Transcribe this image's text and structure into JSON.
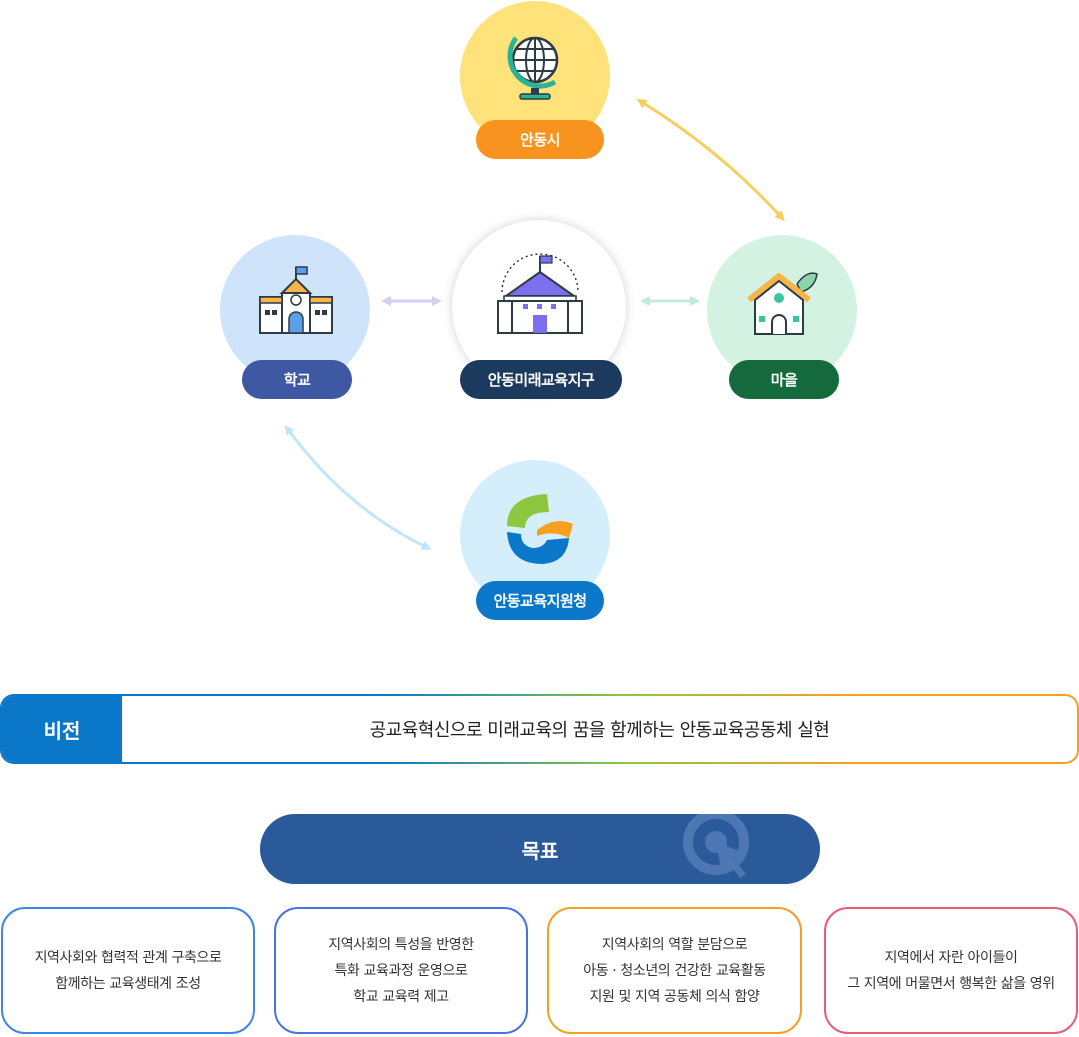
{
  "nodes": {
    "city": {
      "label": "안동시",
      "pill_color": "#f7931e",
      "bg_color": "#ffe27a"
    },
    "school": {
      "label": "학교",
      "pill_color": "#3f58a4",
      "bg_color": "#cfe3fb"
    },
    "center": {
      "label": "안동미래교육지구",
      "pill_color": "#1c3a5e",
      "bg_color": "#ffffff"
    },
    "village": {
      "label": "마을",
      "pill_color": "#146a3c",
      "bg_color": "#d3f2e2"
    },
    "office": {
      "label": "안동교육지원청",
      "pill_color": "#0a77c8",
      "bg_color": "#d5eefb"
    }
  },
  "vision": {
    "label": "비전",
    "text": "공교육혁신으로 미래교육의 꿈을 함께하는 안동교육공동체 실현"
  },
  "goals": {
    "title": "목표",
    "items": [
      {
        "text": "지역사회와 협력적 관계 구축으로\n함께하는 교육생태계 조성",
        "color": "#3d86e5"
      },
      {
        "text": "지역사회의 특성을 반영한\n특화 교육과정 운영으로\n학교 교육력 제고",
        "color": "#4a72e0"
      },
      {
        "text": "지역사회의 역할 분담으로\n아동 · 청소년의 건강한 교육활동\n지원 및 지역 공동체 의식 함양",
        "color": "#f2a126"
      },
      {
        "text": "지역에서 자란 아이들이\n그 지역에 머물면서 행복한 삶을 영위",
        "color": "#ea5b7a"
      }
    ]
  }
}
